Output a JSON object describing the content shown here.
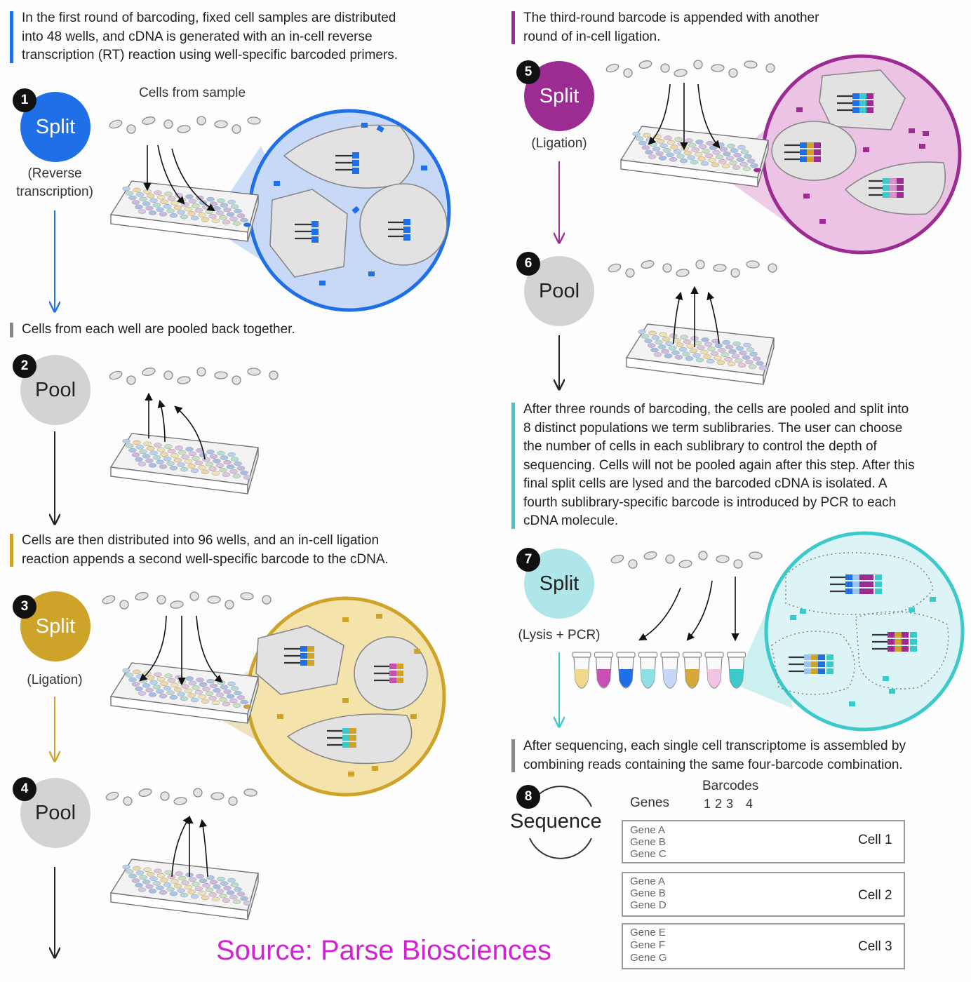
{
  "paragraphs": {
    "p1": "In the first round of barcoding, fixed cell samples are distributed\ninto 48 wells, and cDNA is generated with an in-cell reverse\ntranscription (RT) reaction using well-specific barcoded primers.",
    "p2": "Cells from each well are pooled back together.",
    "p3": "Cells are then distributed into 96 wells, and an in-cell ligation\nreaction appends a second well-specific barcode to the cDNA.",
    "p4": "The third-round barcode is appended with another\nround of in-cell ligation.",
    "p5": "After three rounds of barcoding, the cells are pooled and split into\n8 distinct populations we term sublibraries. The user can choose\nthe number of cells in each sublibrary to control the depth of\nsequencing. Cells will not be pooled again after this step. After this\nfinal split cells are lysed and the barcoded cDNA is isolated. A\nfourth sublibrary-specific barcode is introduced by PCR to each\ncDNA molecule.",
    "p6": "After sequencing, each single cell transcriptome is assembled by\ncombining reads containing the same four-barcode combination."
  },
  "steps": [
    {
      "num": "1",
      "label": "Split",
      "sub": "(Reverse\ntranscription)"
    },
    {
      "num": "2",
      "label": "Pool",
      "sub": ""
    },
    {
      "num": "3",
      "label": "Split",
      "sub": "(Ligation)"
    },
    {
      "num": "4",
      "label": "Pool",
      "sub": ""
    },
    {
      "num": "5",
      "label": "Split",
      "sub": "(Ligation)"
    },
    {
      "num": "6",
      "label": "Pool",
      "sub": ""
    },
    {
      "num": "7",
      "label": "Split",
      "sub": "(Lysis + PCR)"
    },
    {
      "num": "8",
      "label": "Sequence",
      "sub": ""
    }
  ],
  "cells_from_sample": "Cells from sample",
  "table": {
    "genes_header": "Genes",
    "barcodes_header": "Barcodes",
    "barcode_numbers": "1 2 3   4",
    "rows": [
      {
        "genes": [
          "Gene A",
          "Gene B",
          "Gene C"
        ],
        "cell": "Cell 1"
      },
      {
        "genes": [
          "Gene A",
          "Gene B",
          "Gene D"
        ],
        "cell": "Cell 2"
      },
      {
        "genes": [
          "Gene E",
          "Gene F",
          "Gene G"
        ],
        "cell": "Cell 3"
      }
    ]
  },
  "source": "Source: Parse Biosciences",
  "colors": {
    "blue": "#1f6fe6",
    "gold": "#cda32a",
    "purple": "#9c2b92",
    "teal": "#3cc9c9",
    "gray": "#d3d3d3"
  }
}
